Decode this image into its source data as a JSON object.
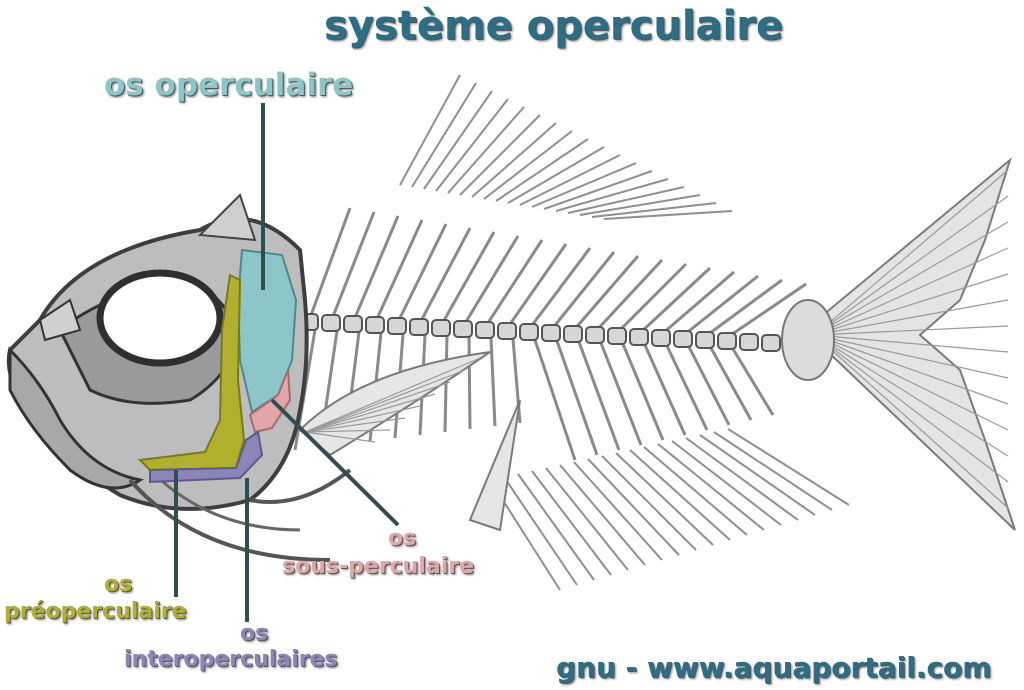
{
  "title": "système operculaire",
  "labels": {
    "operculaire": "os operculaire",
    "sous_line1": "os",
    "sous_line2": "sous-perculaire",
    "pre_line1": "os",
    "pre_line2": "préoperculaire",
    "inter_line1": "os",
    "inter_line2": "interoperculaires"
  },
  "credit": "gnu - www.aquaportail.com",
  "colors": {
    "title": "#2b6e86",
    "operculaire": "#8dc6c8",
    "sous_operculaire": "#e1a7a8",
    "preoperculaire": "#b0b02e",
    "interoperculaire": "#8b86b8",
    "bone": "#c9c9c9",
    "bone_dark": "#555555"
  }
}
